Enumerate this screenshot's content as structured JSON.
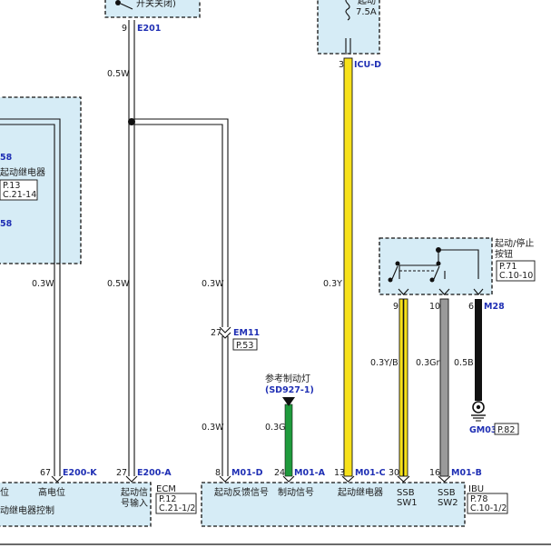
{
  "top_left_box": {
    "label": "开关关闭)",
    "pin": "9",
    "connector": "E201"
  },
  "top_right_box": {
    "label1": "起动",
    "label2": "7.5A",
    "pin": "3",
    "connector": "ICU-D"
  },
  "left_module": {
    "num_top": "58",
    "num_bottom": "58",
    "label": "起动继电器",
    "ref_page": "P.13",
    "ref_code": "C.21-14"
  },
  "wires": {
    "w_e201_top": "0.5W",
    "w_e201_bottom": "0.5W",
    "w_left": "0.3W",
    "w_em11_top": "0.3W",
    "w_em11_bottom": "0.3W",
    "w_icu": "0.3Y",
    "w_pin9": "0.3Y/B",
    "w_pin10": "0.3Gr",
    "w_pin6": "0.5B",
    "w_brake": "0.3G"
  },
  "em11": {
    "pin": "27",
    "connector": "EM11",
    "ref": "P.53"
  },
  "brake_ref": {
    "label": "参考制动灯",
    "code": "(SD927-1)"
  },
  "ssb": {
    "title1": "起动/停止",
    "title2": "按钮",
    "ref_page": "P.71",
    "ref_code": "C.10-10",
    "pin9": "9",
    "pin10": "10",
    "pin6": "6",
    "connector": "M28"
  },
  "ground": {
    "code": "GM03",
    "ref": "P.82"
  },
  "ecm": {
    "pin_left": "67",
    "conn_left": "E200-K",
    "pin_right": "27",
    "conn_right": "E200-A",
    "label_left_partial": "位",
    "label_high": "高电位",
    "label_relay_ctrl": "动继电器控制",
    "label_signal1": "起动信",
    "label_signal2": "号输入",
    "name": "ECM",
    "ref_page": "P.12",
    "ref_code": "C.21-1/2"
  },
  "ibu": {
    "pin_feedback": "8",
    "conn_feedback": "M01-D",
    "pin_brake": "24",
    "conn_brake": "M01-A",
    "pin_relay": "13",
    "conn_relay": "M01-C",
    "pin_sw1": "30",
    "pin_sw2": "16",
    "conn_sw": "M01-B",
    "label_feedback": "起动反馈信号",
    "label_brake": "制动信号",
    "label_relay": "起动继电器",
    "label_ssb1a": "SSB",
    "label_ssb1b": "SW1",
    "label_ssb2a": "SSB",
    "label_ssb2b": "SW2",
    "name": "IBU",
    "ref_page": "P.78",
    "ref_code": "C.10-1/2"
  },
  "colors": {
    "box_fill": "#d6ecf6",
    "wire_yellow": "#f7e11a",
    "wire_green": "#1f9a3c",
    "wire_gray": "#9a9a9a",
    "wire_black": "#111111",
    "connector_blue": "#1f2fb4"
  }
}
